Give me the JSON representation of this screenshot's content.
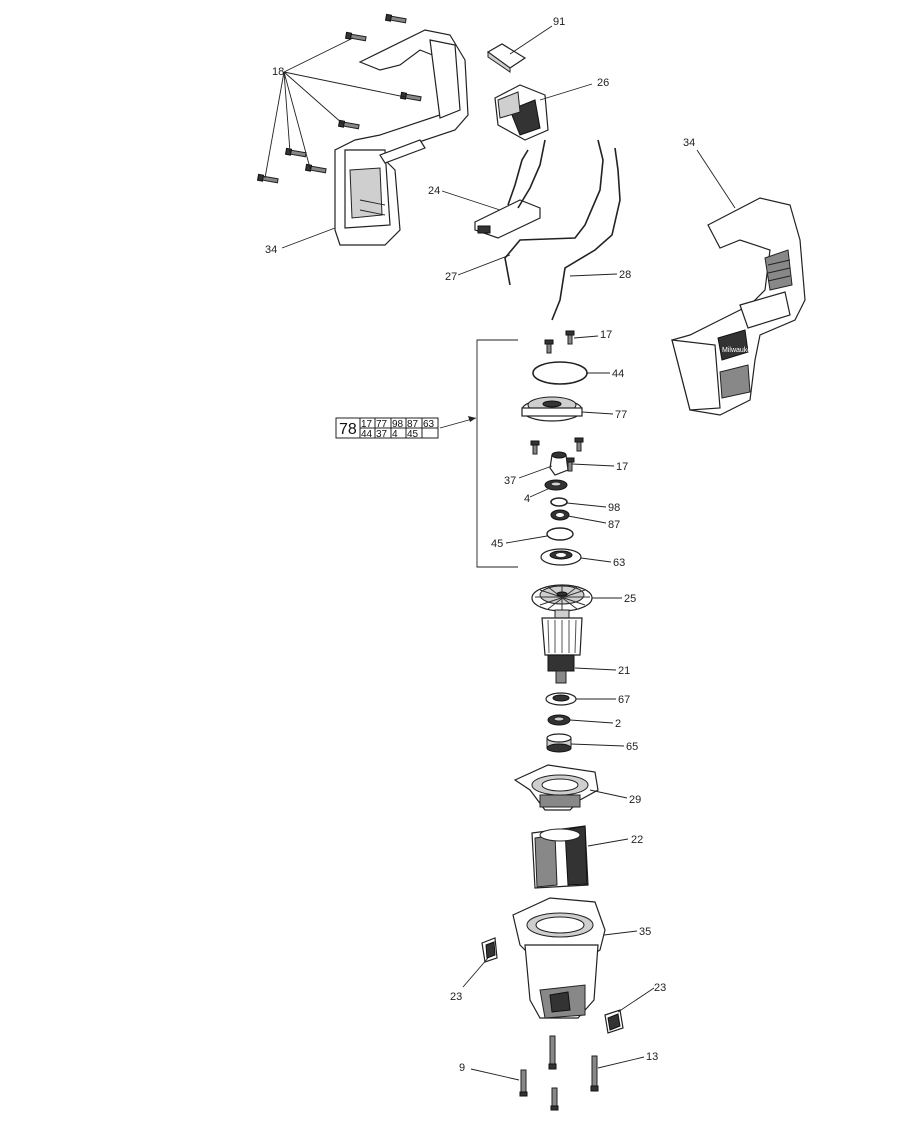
{
  "diagram": {
    "callouts": [
      "91",
      "26",
      "18",
      "34",
      "24",
      "27",
      "28",
      "34",
      "17",
      "44",
      "77",
      "17",
      "37",
      "4",
      "98",
      "87",
      "45",
      "63",
      "25",
      "21",
      "67",
      "2",
      "65",
      "29",
      "22",
      "35",
      "23",
      "23",
      "9",
      "13"
    ],
    "kit": {
      "id": "78",
      "row1": [
        "17",
        "77",
        "98",
        "87",
        "63"
      ],
      "row2": [
        "44",
        "37",
        "4",
        "45",
        ""
      ]
    },
    "housing_logo_text": "Milwaukee"
  }
}
